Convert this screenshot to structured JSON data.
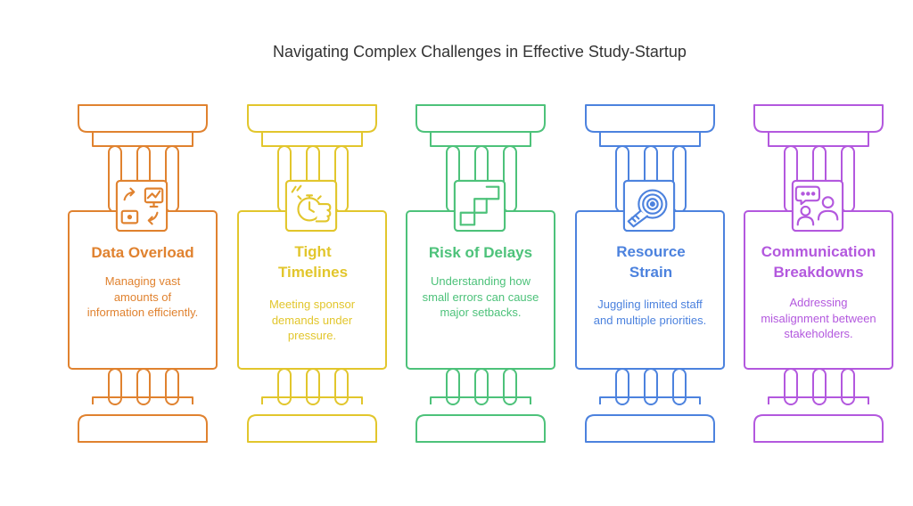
{
  "title": "Navigating Complex Challenges in Effective Study-Startup",
  "pillars": [
    {
      "heading": "Data Overload",
      "description": "Managing vast amounts of information efficiently.",
      "icon": "data-transfer-icon",
      "color": "#E0822F"
    },
    {
      "heading": "Tight Timelines",
      "description": "Meeting sponsor demands under pressure.",
      "icon": "stopwatch-hand-icon",
      "color": "#E2C62C"
    },
    {
      "heading": "Risk of Delays",
      "description": "Understanding how small errors can cause major setbacks.",
      "icon": "steps-icon",
      "color": "#4DC27A"
    },
    {
      "heading": "Resource Strain",
      "description": "Juggling limited staff and multiple priorities.",
      "icon": "tape-roll-icon",
      "color": "#4C82DE"
    },
    {
      "heading": "Communication Breakdowns",
      "description": "Addressing misalignment between stakeholders.",
      "icon": "people-chat-icon",
      "color": "#B358DE"
    }
  ]
}
